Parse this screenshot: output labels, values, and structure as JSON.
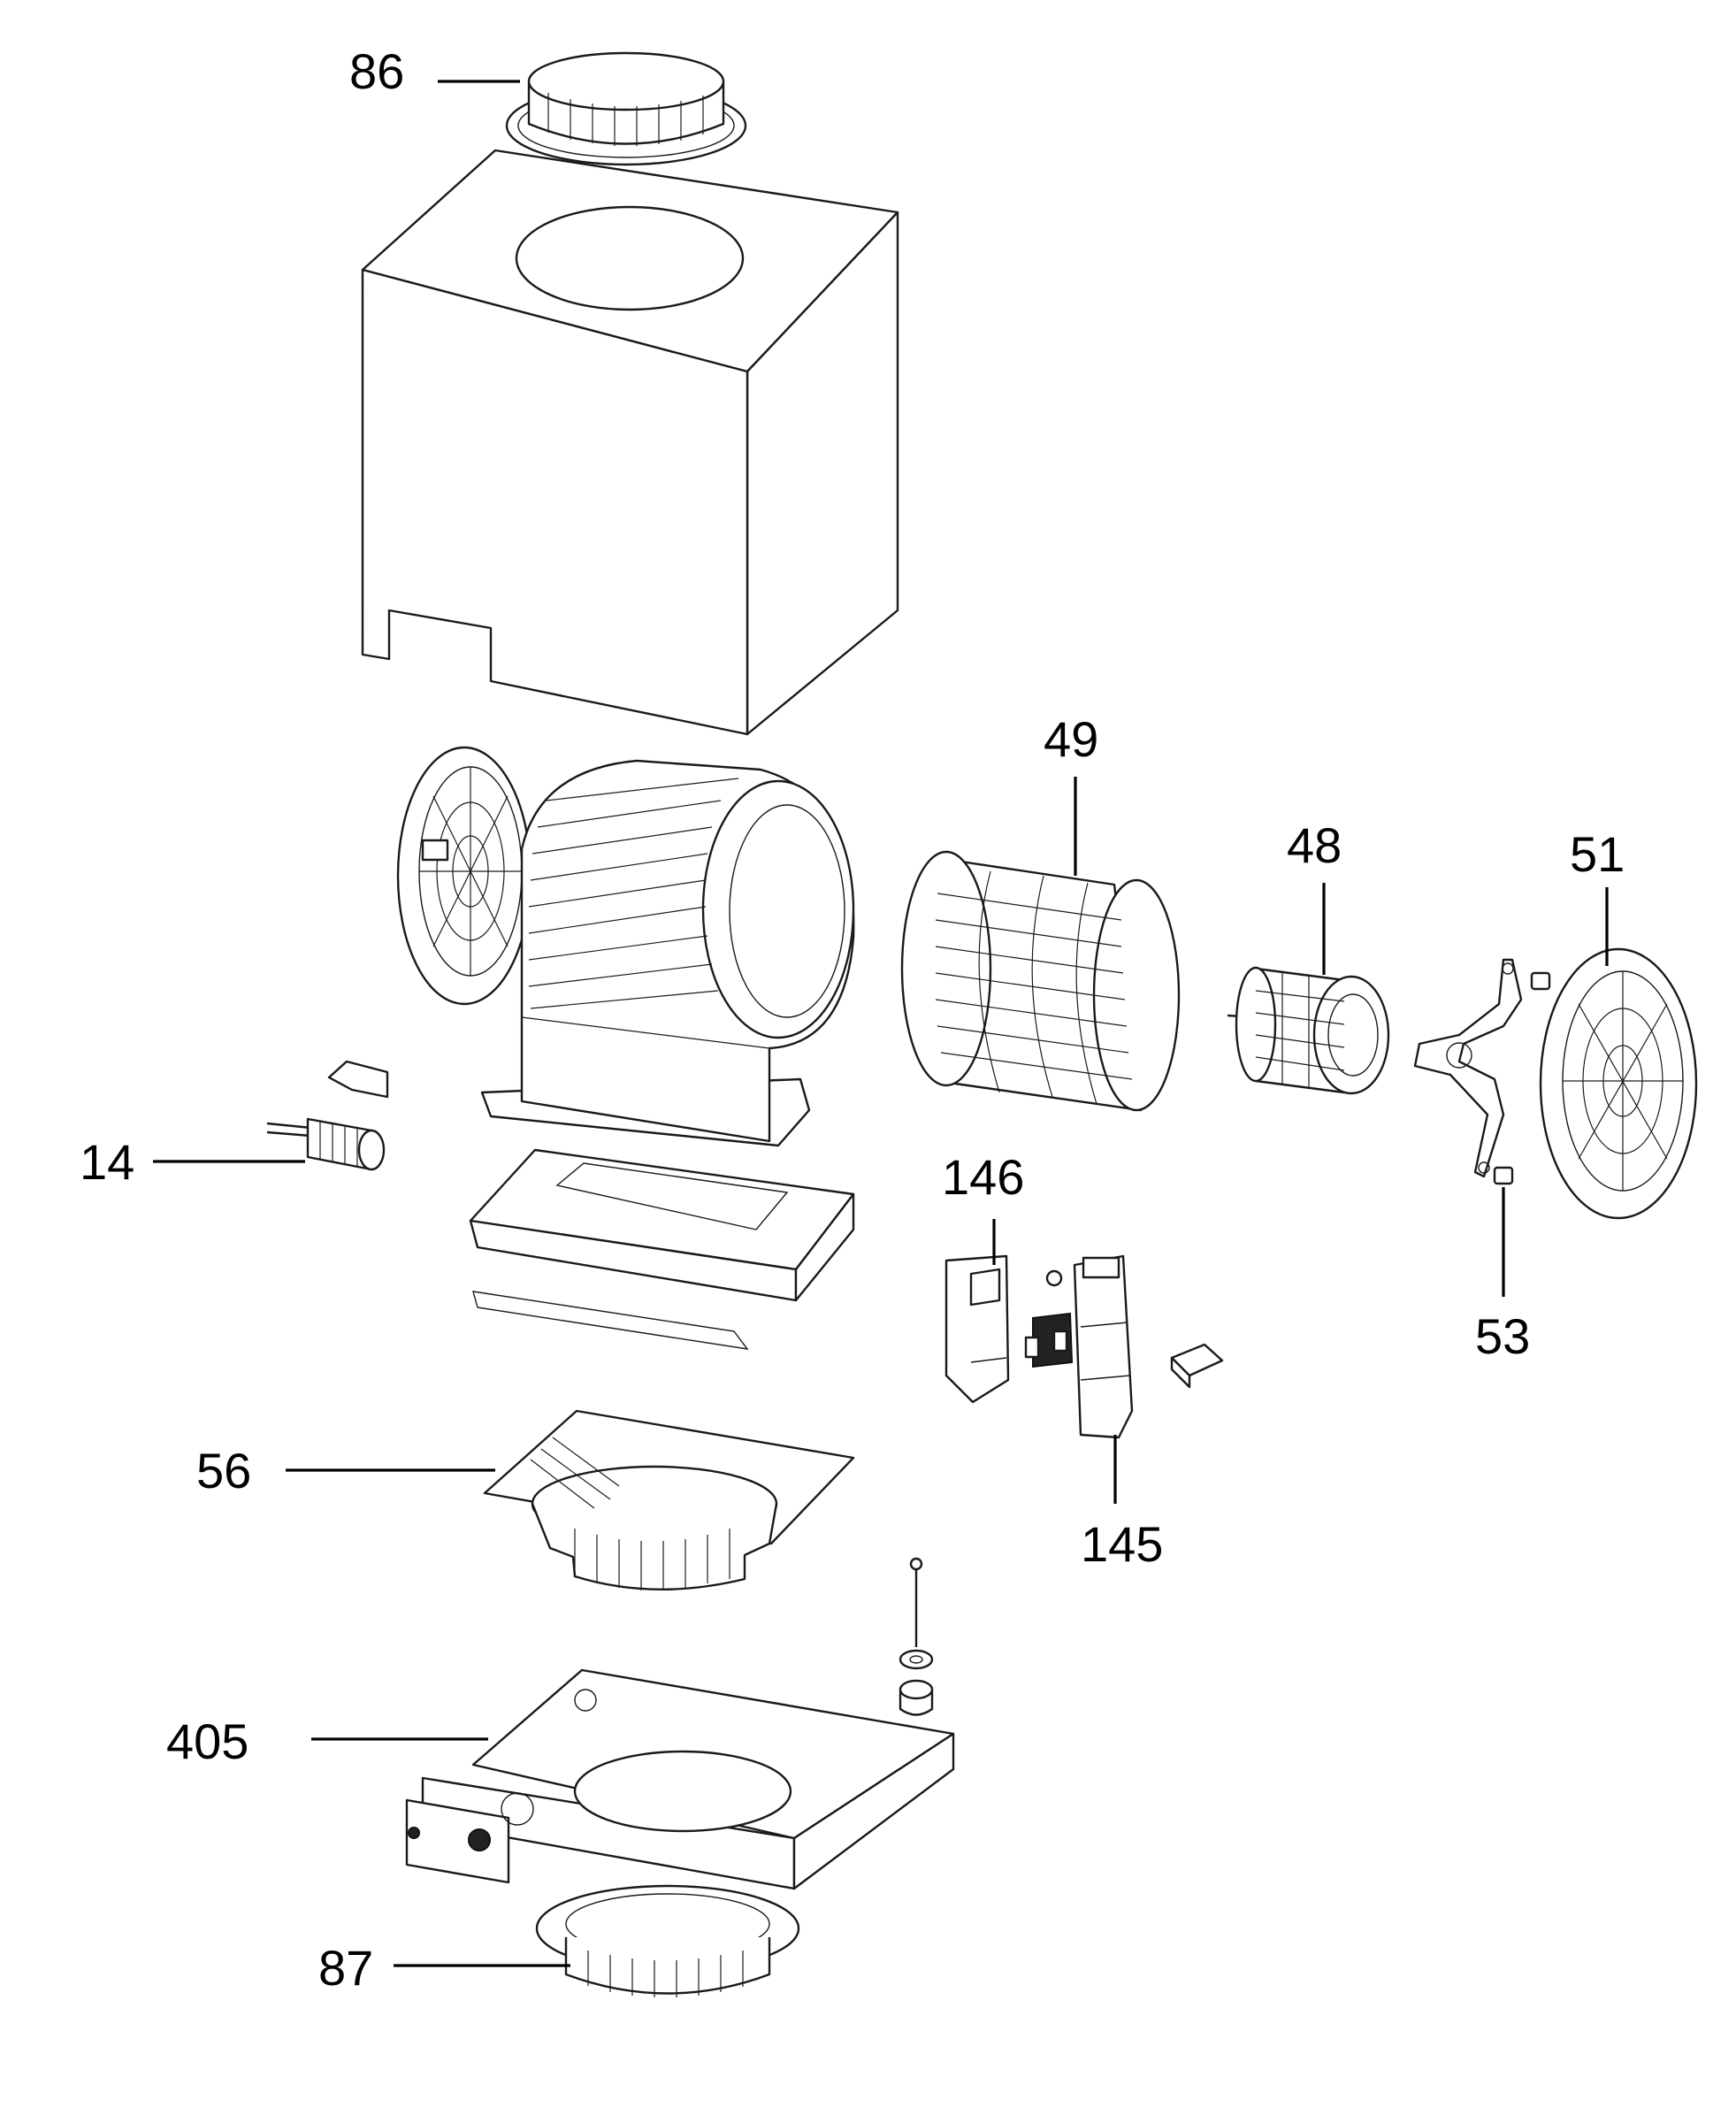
{
  "diagram": {
    "callouts": [
      {
        "id": "86",
        "label": "86"
      },
      {
        "id": "49",
        "label": "49"
      },
      {
        "id": "48",
        "label": "48"
      },
      {
        "id": "51",
        "label": "51"
      },
      {
        "id": "14",
        "label": "14"
      },
      {
        "id": "146",
        "label": "146"
      },
      {
        "id": "53",
        "label": "53"
      },
      {
        "id": "56",
        "label": "56"
      },
      {
        "id": "145",
        "label": "145"
      },
      {
        "id": "405",
        "label": "405"
      },
      {
        "id": "87",
        "label": "87"
      }
    ]
  }
}
